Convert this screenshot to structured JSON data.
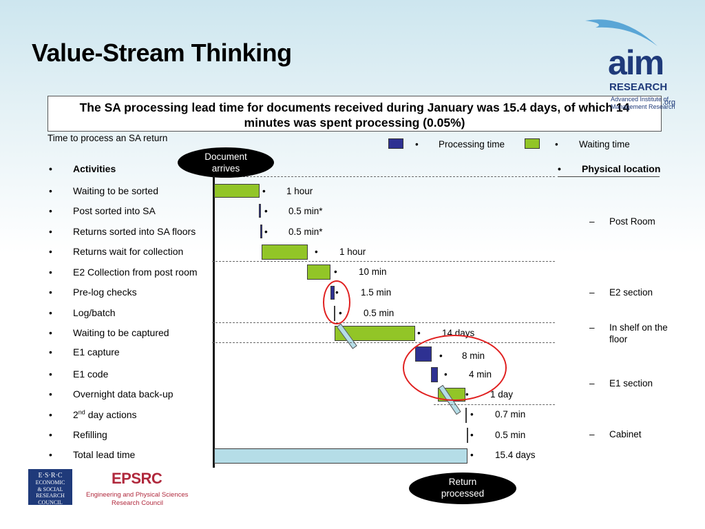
{
  "title": "Value-Stream Thinking",
  "summary": "The SA processing lead time for documents received during January was 15.4 days, of which 14 minutes was spent processing (0.05%)",
  "subtitle": "Time to process an SA return",
  "legend": {
    "processing": "Processing time",
    "waiting": "Waiting time",
    "processing_color": "#2e3192",
    "waiting_color": "#92c527"
  },
  "bullet": "•",
  "dash": "–",
  "headers": {
    "activities": "Activities",
    "physical_location": "Physical location"
  },
  "start_label": "Document arrives",
  "end_label": "Return processed",
  "activities": [
    {
      "name": "Waiting to be sorted",
      "duration": "1 hour",
      "type": "waiting"
    },
    {
      "name": "Post sorted into SA",
      "duration": "0.5 min*",
      "type": "processing"
    },
    {
      "name": "Returns sorted into SA floors",
      "duration": "0.5 min*",
      "type": "processing"
    },
    {
      "name": "Returns wait for collection",
      "duration": "1 hour",
      "type": "waiting"
    },
    {
      "name": "E2 Collection from post room",
      "duration": "10 min",
      "type": "waiting"
    },
    {
      "name": "Pre-log checks",
      "duration": "1.5 min",
      "type": "processing"
    },
    {
      "name": "Log/batch",
      "duration": "0.5 min",
      "type": "processing"
    },
    {
      "name": "Waiting to be captured",
      "duration": "14 days",
      "type": "waiting"
    },
    {
      "name": "E1 capture",
      "duration": "8 min",
      "type": "processing"
    },
    {
      "name": "E1 code",
      "duration": "4 min",
      "type": "processing"
    },
    {
      "name": "Overnight data back-up",
      "duration": "1 day",
      "type": "waiting"
    },
    {
      "name_prefix": "2",
      "name_sup": "nd",
      "name_suffix": " day actions",
      "duration": "0.7 min",
      "type": "processing"
    },
    {
      "name": "Refilling",
      "duration": "0.5 min",
      "type": "processing"
    },
    {
      "name": "Total lead time",
      "duration": "15.4 days",
      "type": "total"
    }
  ],
  "locations": [
    {
      "name": "Post Room"
    },
    {
      "name": "E2 section"
    },
    {
      "name": "In shelf on the floor"
    },
    {
      "name": "E1 section"
    },
    {
      "name": "Cabinet"
    }
  ],
  "logos": {
    "aim_word": "aim",
    "aim_research": "RESEARCH",
    "aim_line1": "Advanced Institute of",
    "aim_line2": "Management Research",
    "aim_url_fragment": ".org",
    "esrc_lines": [
      "E·S·R·C",
      "ECONOMIC",
      "& SOCIAL",
      "RESEARCH",
      "COUNCIL"
    ],
    "epsrc": "EPSRC",
    "epsrc_line1": "Engineering and Physical Sciences",
    "epsrc_line2": "Research Council"
  }
}
